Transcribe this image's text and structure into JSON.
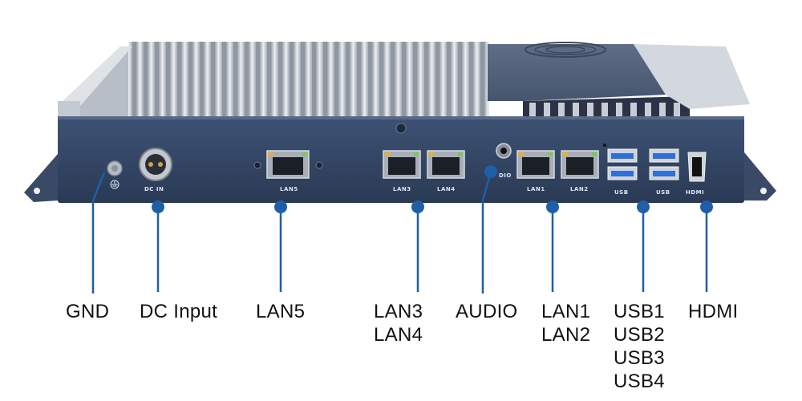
{
  "panel_labels": {
    "dc_in": "DC IN",
    "lan5": "LAN5",
    "lan3": "LAN3",
    "lan4": "LAN4",
    "audio": "DIO",
    "lan1": "LAN1",
    "lan2": "LAN2",
    "usb_left": "USB",
    "usb_right": "USB",
    "hdmi": "HDMI"
  },
  "callouts": {
    "gnd": [
      "GND"
    ],
    "dc_input": [
      "DC Input"
    ],
    "lan5": [
      "LAN5"
    ],
    "lan34": [
      "LAN3",
      "LAN4"
    ],
    "audio": [
      "AUDIO"
    ],
    "lan12": [
      "LAN1",
      "LAN2"
    ],
    "usb": [
      "USB1",
      "USB2",
      "USB3",
      "USB4"
    ],
    "hdmi": [
      "HDMI"
    ]
  },
  "colors": {
    "leader": "#1f5fa8",
    "panel": "#354766",
    "heatsink": "#c9ced6",
    "usb_port": "#2f6fd6"
  }
}
